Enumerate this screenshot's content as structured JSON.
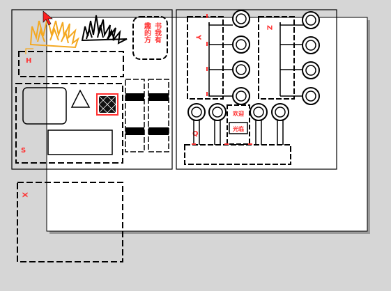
{
  "canvas": {
    "background_color": "#d6d6d6",
    "artboard_color": "#ffffff"
  },
  "labels": {
    "panel_h": "H",
    "panel_s": "S",
    "panel_y": "Y",
    "panel_z": "Z",
    "panel_q": "Q",
    "panel_x": "X",
    "tag_line1": "书我有",
    "tag_line2": "趣的方",
    "sub_upper": "欢迎",
    "sub_lower": "光临"
  },
  "icons": {
    "selection_cursor": "arrow-cursor-icon",
    "hatched_square": "hatched-square-icon",
    "triangle": "triangle-outline-icon"
  },
  "colors": {
    "stroke": "#000000",
    "accent": "#ff3030",
    "flame": "#f4a820"
  }
}
